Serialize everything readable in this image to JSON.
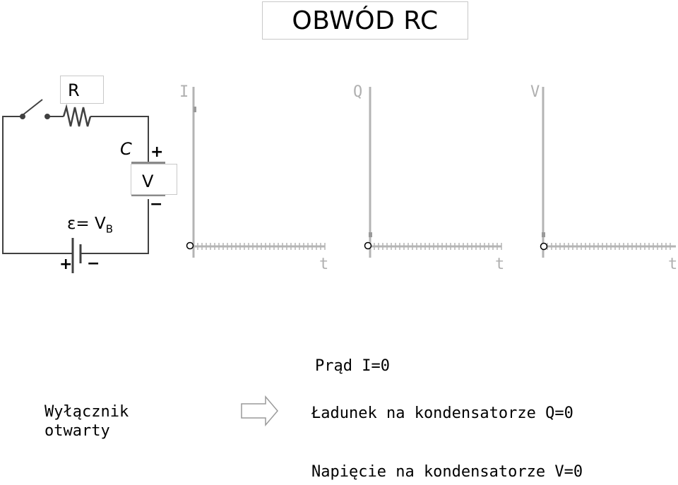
{
  "title": "OBWÓD RC",
  "circuit": {
    "resistor_label": "R",
    "capacitor_label": "C",
    "voltmeter_label": "V",
    "emf_label": "ε= V",
    "emf_subscript": "B",
    "plus": "+",
    "minus": "−"
  },
  "graphs": [
    {
      "y_label": "I",
      "x_label": "t"
    },
    {
      "y_label": "Q",
      "x_label": "t"
    },
    {
      "y_label": "V",
      "x_label": "t"
    }
  ],
  "texts": {
    "current": "Prąd I=0",
    "switch_line1": "Wyłącznik",
    "switch_line2": "otwarty",
    "charge": "Ładunek na kondensatorze Q=0",
    "voltage": "Napięcie na kondensatorze V=0"
  },
  "colors": {
    "wire": "#404040",
    "axis": "#b4b4b4",
    "box_border": "#c8c8c8"
  }
}
